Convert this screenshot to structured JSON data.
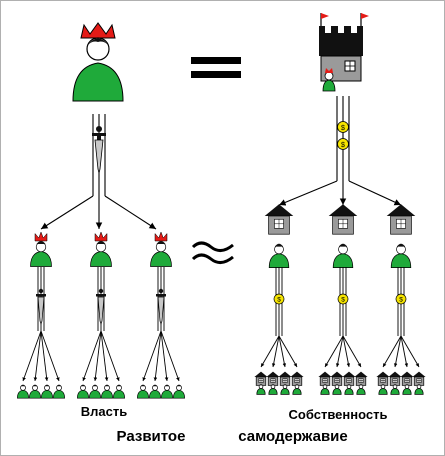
{
  "labels": {
    "left": "Власть",
    "right": "Собственность",
    "caption_left": "Развитое",
    "caption_right": "самодержавие"
  },
  "symbols": {
    "equals": "=",
    "approx": "≈",
    "coin": "$"
  },
  "colors": {
    "body": "#1faa3a",
    "crown": "#e41b17",
    "roof": "#111111",
    "wall": "#9a9a9a",
    "window": "#ffffff",
    "coin": "#f5e400",
    "dagger_blade": "#c8c8c8"
  },
  "icons": {
    "ruler": "crowned-figure-icon",
    "castle": "castle-icon",
    "vassal": "crowned-figure-icon",
    "house": "house-icon",
    "dagger": "dagger-icon",
    "coin": "coin-icon",
    "commoner": "person-icon"
  }
}
